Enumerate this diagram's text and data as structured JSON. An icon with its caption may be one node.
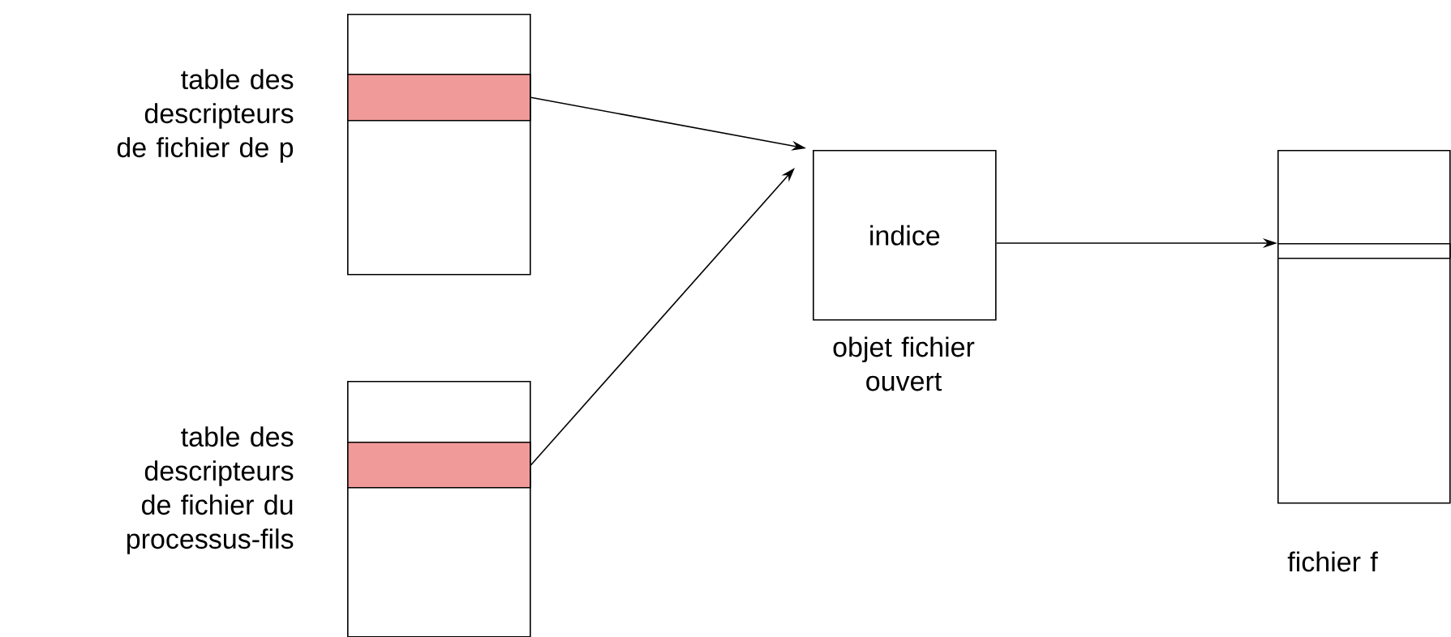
{
  "diagram": {
    "nodes": [
      {
        "text": [
          "table des descripteurs de fichier de p"
        ]
      },
      {
        "text": [],
        "shape": "bar",
        "in": 0
      },
      {
        "text": [
          "table des descripteurs de fichier du processus-fils"
        ]
      },
      {
        "text": [],
        "shape": "bar",
        "in": 2
      },
      {
        "text": [
          "indice"
        ],
        "beside": [
          "objet fichier ouvert"
        ]
      },
      {
        "text": [],
        "shape": "box",
        "beside": [
          "fichier f"
        ]
      },
      {
        "text": [],
        "shape": "bar",
        "in": 5
      }
    ],
    "edges": [
      {
        "from": 1,
        "to": 4,
        "arrow": "to"
      },
      {
        "from": 3,
        "to": 4,
        "arrow": "to"
      },
      {
        "from": 4,
        "to": 6,
        "arrow": "to"
      }
    ]
  }
}
